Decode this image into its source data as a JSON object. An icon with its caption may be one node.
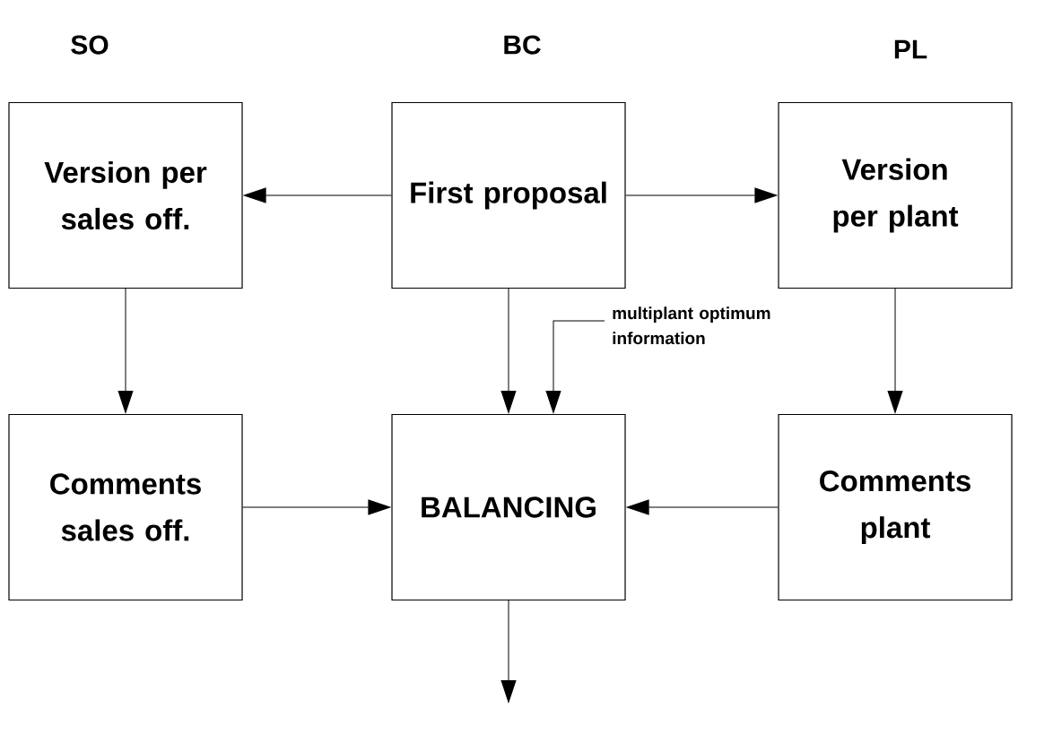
{
  "diagram": {
    "nodes": [
      {
        "text": [
          "Version per sales off."
        ]
      },
      {
        "text": [
          "First proposal"
        ]
      },
      {
        "text": [
          "Version per plant"
        ]
      },
      {
        "text": [
          "Comments sales off."
        ]
      },
      {
        "text": [
          "BALANCING"
        ]
      },
      {
        "text": [
          "Comments plant"
        ]
      },
      {
        "text": [
          "multiplant optimum information"
        ]
      }
    ],
    "edges": [
      {
        "from": 1,
        "to": 0,
        "arrow": "to"
      },
      {
        "from": 1,
        "to": 2,
        "arrow": "to"
      },
      {
        "from": 0,
        "to": 3,
        "arrow": "to"
      },
      {
        "from": 1,
        "to": 4,
        "arrow": "to"
      },
      {
        "from": 6,
        "to": 4,
        "arrow": "to"
      },
      {
        "from": 2,
        "to": 5,
        "arrow": "to"
      },
      {
        "from": 3,
        "to": 4,
        "arrow": "to"
      },
      {
        "from": 5,
        "to": 4,
        "arrow": "to"
      },
      {
        "from": 4,
        "to": null,
        "arrow": "to"
      }
    ],
    "labels": [
      "SO",
      "BC",
      "PL"
    ]
  }
}
